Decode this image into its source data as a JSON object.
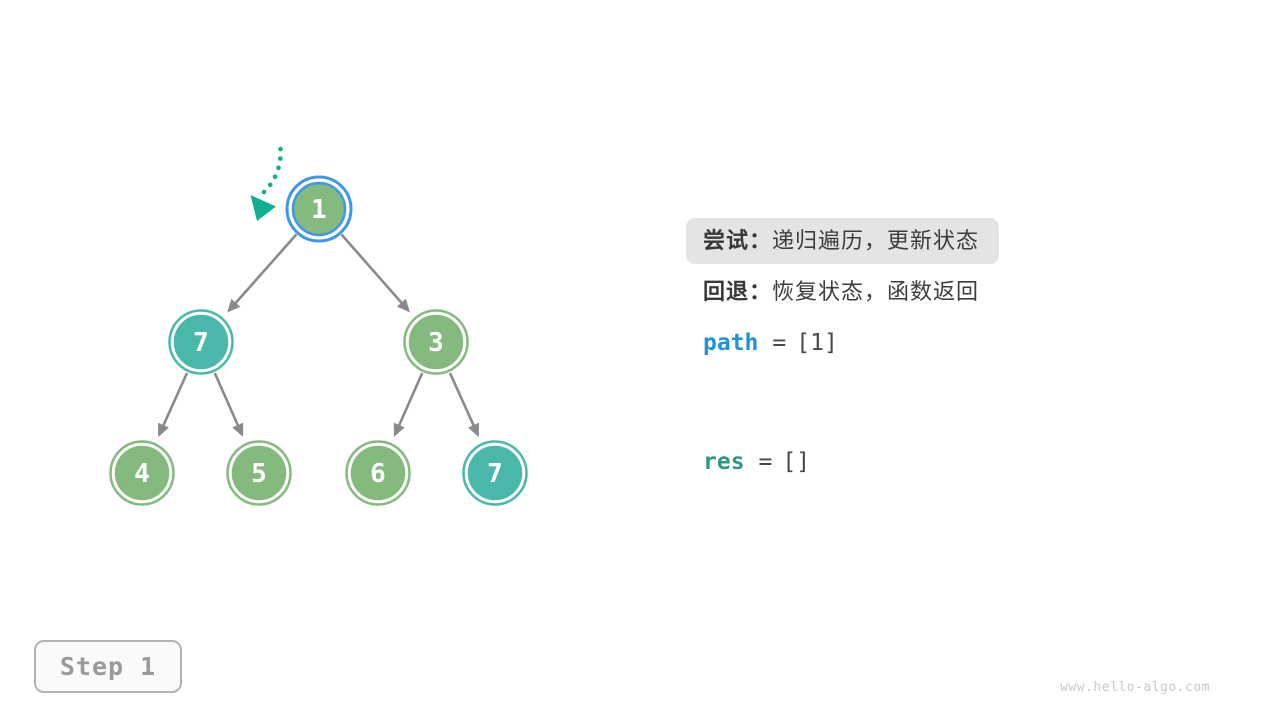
{
  "colors": {
    "node_green": "#84ba7e",
    "node_teal": "#49b8ab",
    "active_blue": "#3f97e8",
    "edge_gray": "#8a8a8a",
    "pointer_teal": "#12af8e",
    "path_blue": "#2191d8",
    "res_teal": "#2e9682",
    "annotation_text": "#3d3d3d",
    "highlight_bg": "#e4e4e4",
    "step_text": "#9a9a9a",
    "watermark_text": "#c9c9c9"
  },
  "tree": {
    "nodes": [
      {
        "id": "root",
        "value": "1",
        "state": "current"
      },
      {
        "id": "left",
        "value": "7",
        "state": "teal"
      },
      {
        "id": "right",
        "value": "3",
        "state": "green"
      },
      {
        "id": "left-left",
        "value": "4",
        "state": "green"
      },
      {
        "id": "left-right",
        "value": "5",
        "state": "green"
      },
      {
        "id": "right-left",
        "value": "6",
        "state": "green"
      },
      {
        "id": "right-right",
        "value": "7",
        "state": "teal"
      }
    ]
  },
  "annotations": {
    "try_label": "尝试：",
    "try_text": "递归遍历，更新状态",
    "back_label": "回退：",
    "back_text": "恢复状态，函数返回"
  },
  "variables": {
    "path": {
      "name": "path",
      "op": "=",
      "value": "[1]"
    },
    "res": {
      "name": "res",
      "op": "=",
      "value": "[]"
    }
  },
  "step": {
    "label": "Step 1"
  },
  "watermark": "www.hello-algo.com"
}
